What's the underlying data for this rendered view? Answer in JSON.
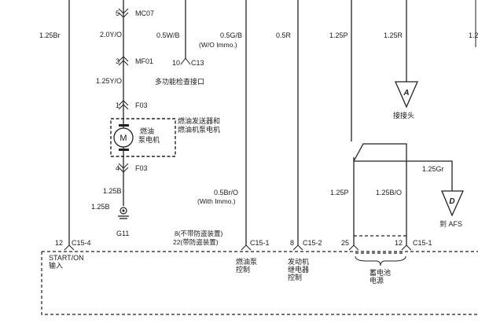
{
  "wires": {
    "w1": {
      "spec": "1.25Br"
    },
    "w2a": {
      "spec": "2.0Y/O"
    },
    "w2b": {
      "spec": "1.25Y/O"
    },
    "w2c": {
      "spec": "1.25B"
    },
    "w2d": {
      "spec": "1.25B"
    },
    "w3": {
      "spec": "0.5W/B"
    },
    "w4a": {
      "spec": "0.5G/B",
      "note": "(W/O Immo.)"
    },
    "w4b": {
      "spec": "0.5Br/O",
      "note": "(With Immo.)"
    },
    "w5": {
      "spec": "0.5R"
    },
    "w6a": {
      "spec": "1.25P"
    },
    "w6b": {
      "spec": "1.25P"
    },
    "w7": {
      "spec": "1.25R"
    },
    "w8": {
      "spec": "1.25B/O"
    },
    "w9": {
      "spec": "1.25Gr"
    },
    "w10": {
      "spec": "1.2"
    }
  },
  "connectors": {
    "mc07": {
      "pin": "5",
      "name": "MC07"
    },
    "mf01": {
      "pin": "3",
      "name": "MF01"
    },
    "f03a": {
      "pin": "1",
      "name": "F03"
    },
    "f03b": {
      "pin": "4",
      "name": "F03"
    },
    "c13": {
      "pin": "10",
      "name": "C13",
      "desc": "多功能检查接口"
    },
    "c154": {
      "pin": "12",
      "name": "C15-4"
    },
    "c151a": {
      "pin": "8(不带防盗装置)",
      "pin2": "22(带防盗装置)",
      "name": "C15-1"
    },
    "c152": {
      "pin": "8",
      "name": "C15-2"
    },
    "c151b": {
      "pin_left": "25",
      "pin": "12",
      "name": "C15-1"
    }
  },
  "motor": {
    "symbol": "M",
    "label": "燃油\n泵电机",
    "assembly": "燃油发送器和\n燃油机泵电机"
  },
  "ground": {
    "name": "G11"
  },
  "refs": {
    "a": {
      "letter": "A",
      "label": "接接头"
    },
    "d": {
      "letter": "D",
      "label": "到 AFS"
    }
  },
  "ecu": {
    "start_on": "START/ON\n输入",
    "fuel_pump": "燃油泵\n控制",
    "relay": "发动机\n继电器\n控制",
    "battery": "蓄电池\n电源"
  }
}
